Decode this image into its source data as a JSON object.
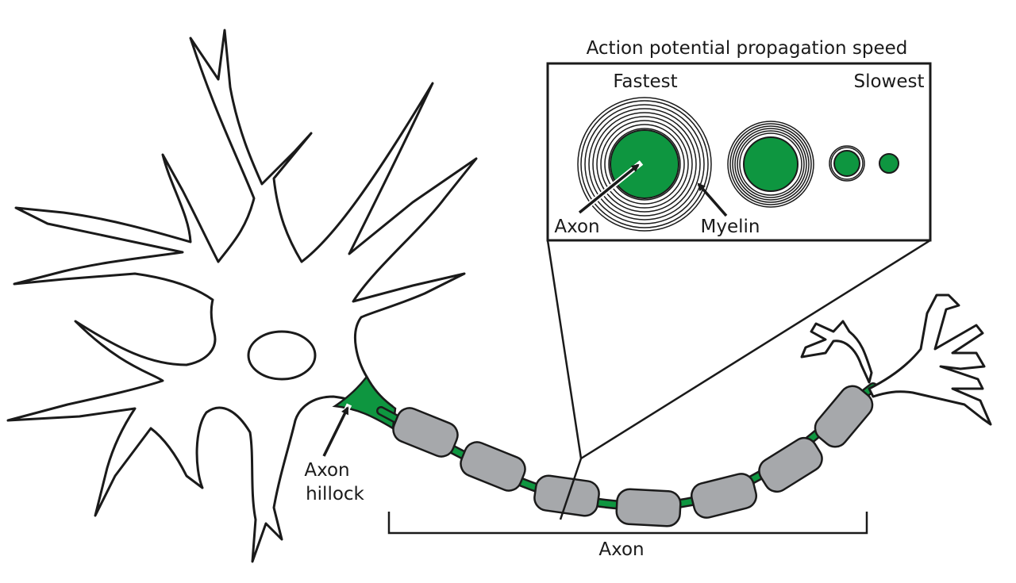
{
  "inset": {
    "title": "Action potential propagation speed",
    "fastest_label": "Fastest",
    "slowest_label": "Slowest",
    "axon_label": "Axon",
    "myelin_label": "Myelin"
  },
  "neuron": {
    "hillock_label_line1": "Axon",
    "hillock_label_line2": "hillock",
    "axon_label": "Axon"
  },
  "colors": {
    "axon_green": "#0e9640",
    "myelin_gray": "#a6a8ab",
    "outline": "#1a1a1a",
    "background": "#ffffff"
  }
}
